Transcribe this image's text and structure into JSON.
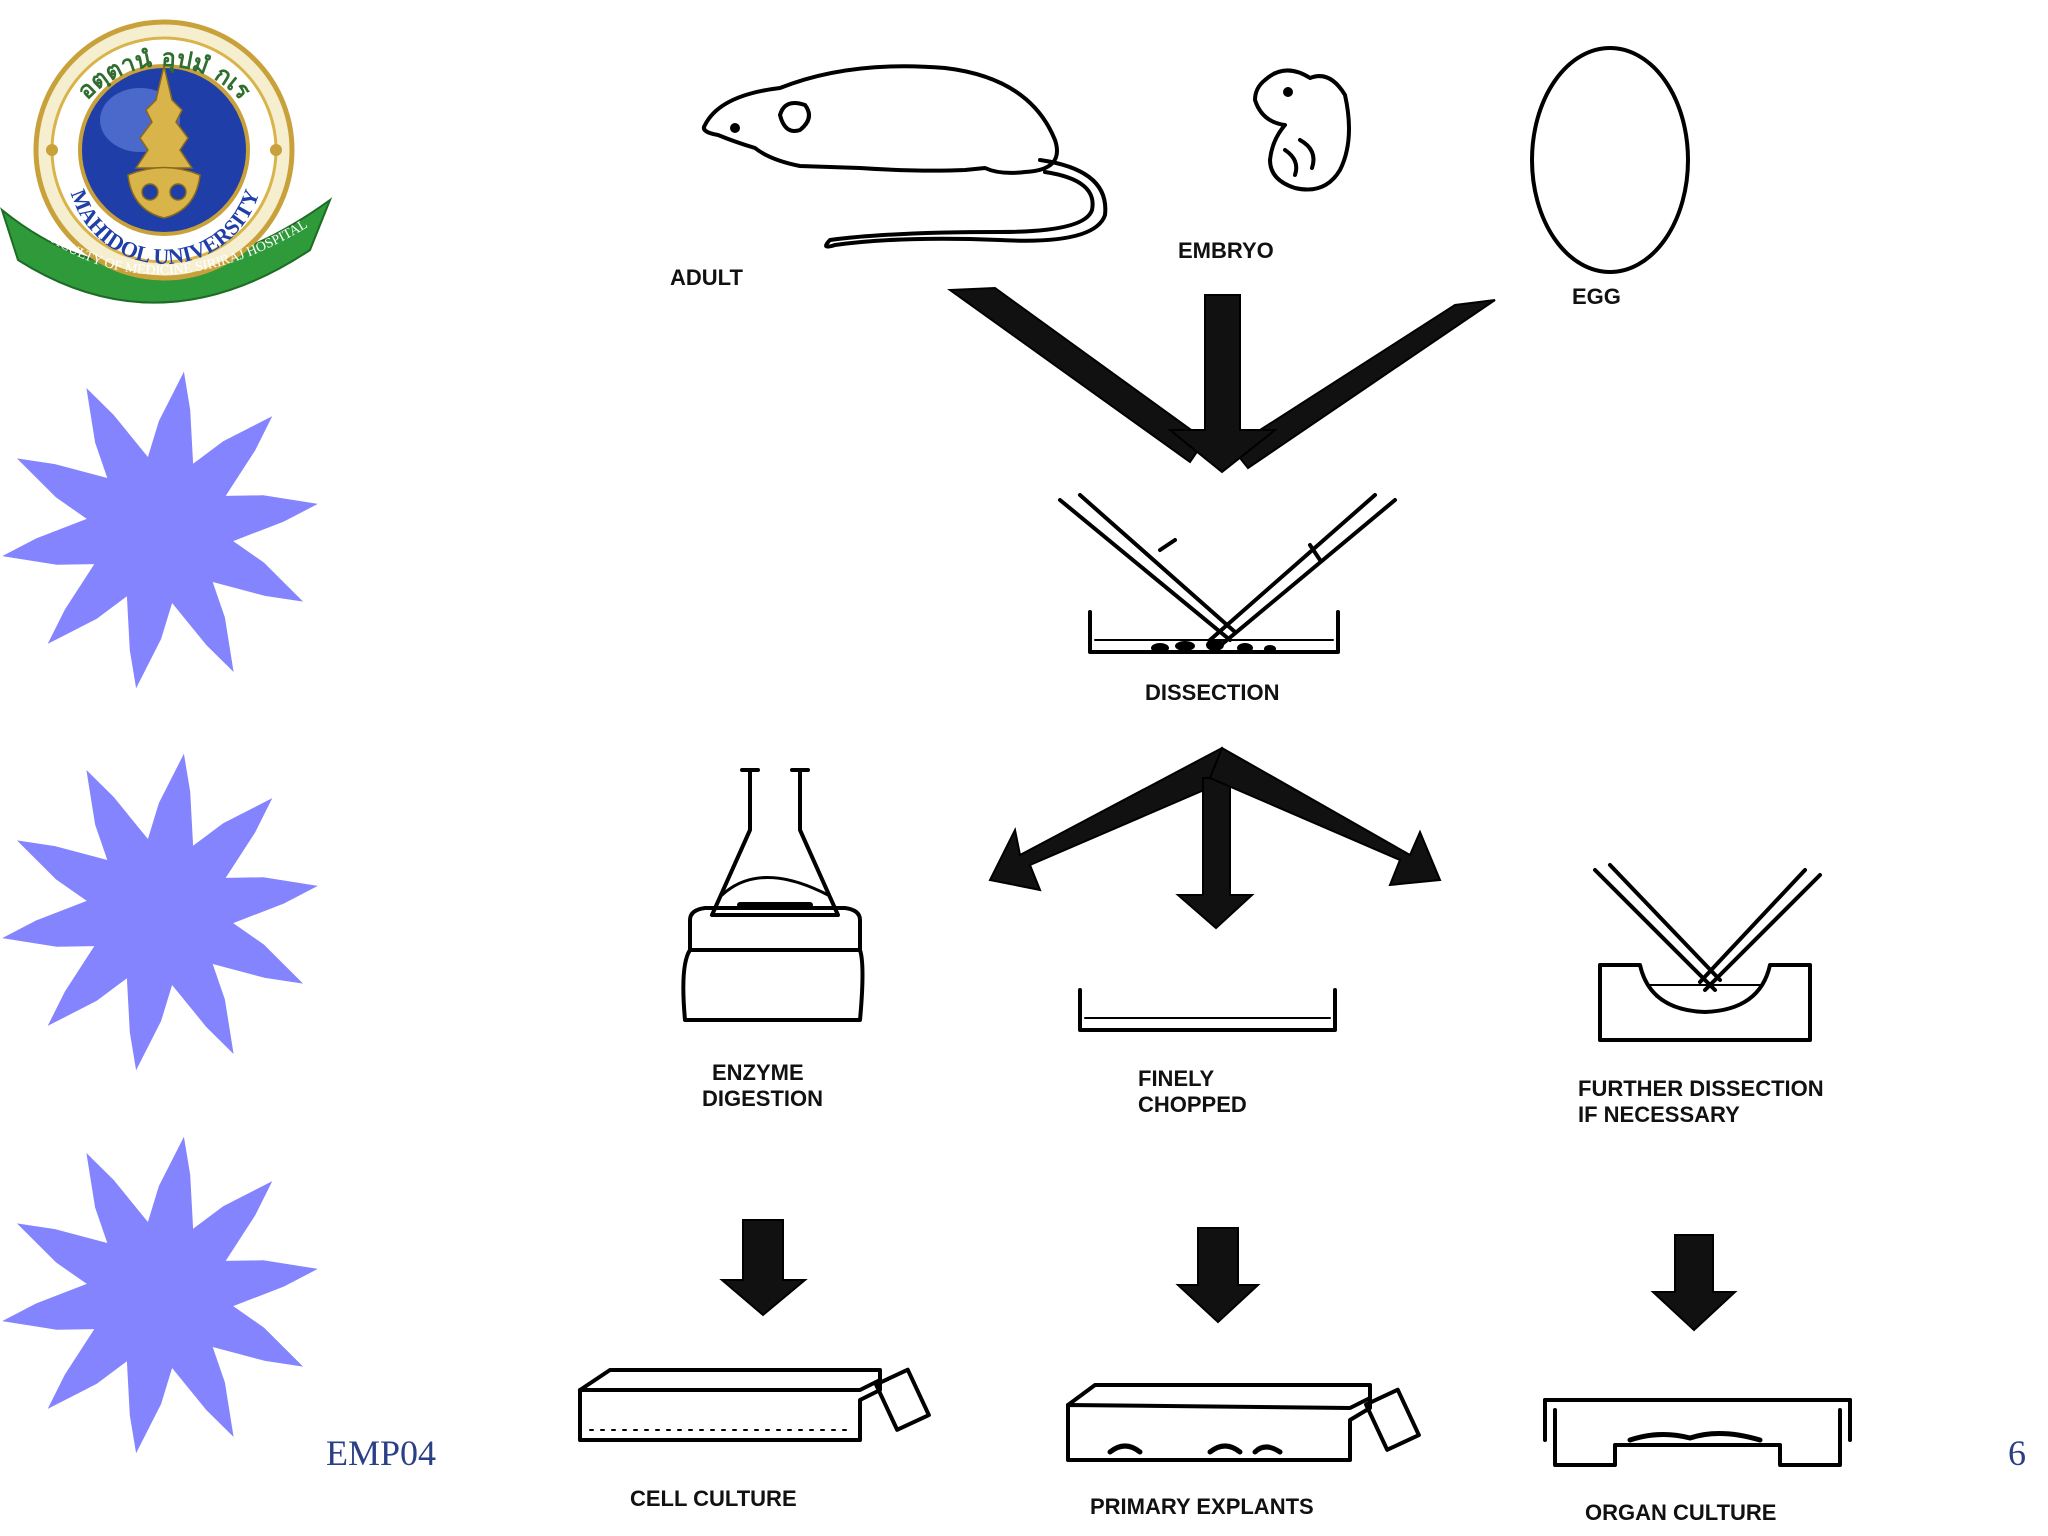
{
  "slide": {
    "footer_left": "EMP04",
    "page_number": "6"
  },
  "logo": {
    "ring_text": "อตฺตานํ อุปมํ กเร",
    "university": "MAHIDOL UNIVERSITY",
    "faculty": "FACULTY OF MEDICINE SIRIRAJ HOSPITAL",
    "colors": {
      "ring": "#d9b44a",
      "globe": "#1f3ea8",
      "ribbon": "#2f9a3a"
    }
  },
  "decoration": {
    "star_color": "#8484ff",
    "count": 3
  },
  "diagram": {
    "sources": {
      "adult": "ADULT",
      "embryo": "EMBRYO",
      "egg": "EGG"
    },
    "dissection": "DISSECTION",
    "methods": {
      "enzyme": [
        "ENZYME",
        "DIGESTION"
      ],
      "chopped": [
        "FINELY",
        "CHOPPED"
      ],
      "further": [
        "FURTHER DISSECTION",
        "IF NECESSARY"
      ]
    },
    "results": {
      "cell_culture": "CELL CULTURE",
      "primary_explants": "PRIMARY EXPLANTS",
      "organ_culture": "ORGAN CULTURE"
    }
  }
}
